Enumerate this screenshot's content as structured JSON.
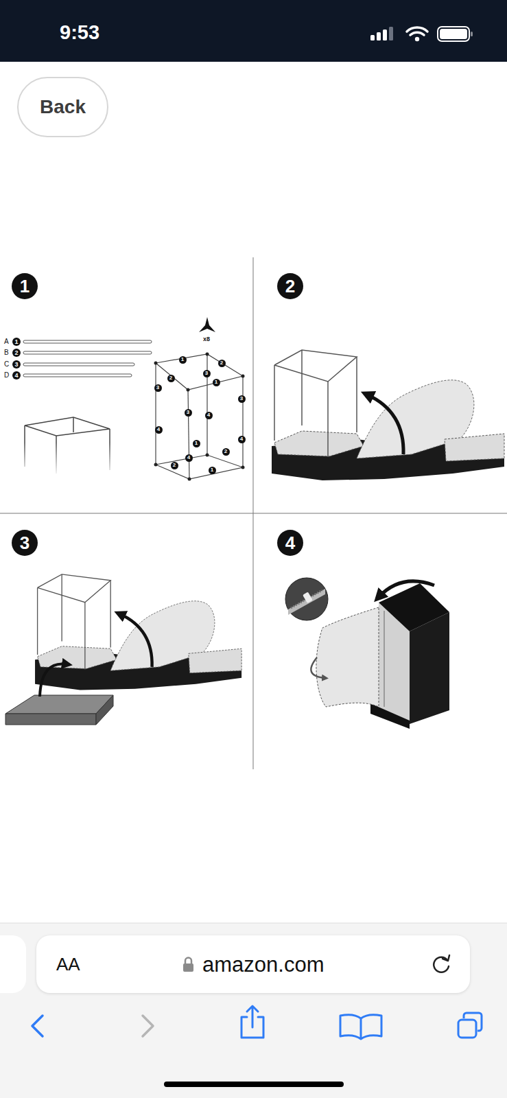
{
  "diagram": {
    "nodes": [
      {
        "text": [
          "Back"
        ]
      },
      {
        "text": [
          "1"
        ]
      },
      {
        "text": [
          "1"
        ]
      },
      {
        "text": [
          "2"
        ]
      },
      {
        "text": [
          "3"
        ]
      },
      {
        "text": [
          "4"
        ]
      },
      {
        "text": [
          "1"
        ]
      },
      {
        "text": [
          "2"
        ]
      },
      {
        "text": [
          "3"
        ]
      },
      {
        "text": [
          "2"
        ]
      },
      {
        "text": [
          "1"
        ]
      },
      {
        "text": [
          "3"
        ]
      },
      {
        "text": [
          "3"
        ]
      },
      {
        "text": [
          "3"
        ]
      },
      {
        "text": [
          "4"
        ]
      },
      {
        "text": [
          "4"
        ]
      },
      {
        "text": [
          "4"
        ]
      },
      {
        "text": [
          "1"
        ]
      },
      {
        "text": [
          "2"
        ]
      },
      {
        "text": [
          "4"
        ]
      },
      {
        "text": [
          "2"
        ]
      },
      {
        "text": [
          "1"
        ]
      },
      {
        "text": [
          "2"
        ]
      },
      {
        "text": [
          "3"
        ]
      },
      {
        "text": [
          "4"
        ]
      },
      {
        "text": [
          "AA",
          "amazon.com"
        ]
      }
    ],
    "labels": [
      "9:53",
      "A",
      "B",
      "C",
      "D",
      "x8"
    ]
  }
}
